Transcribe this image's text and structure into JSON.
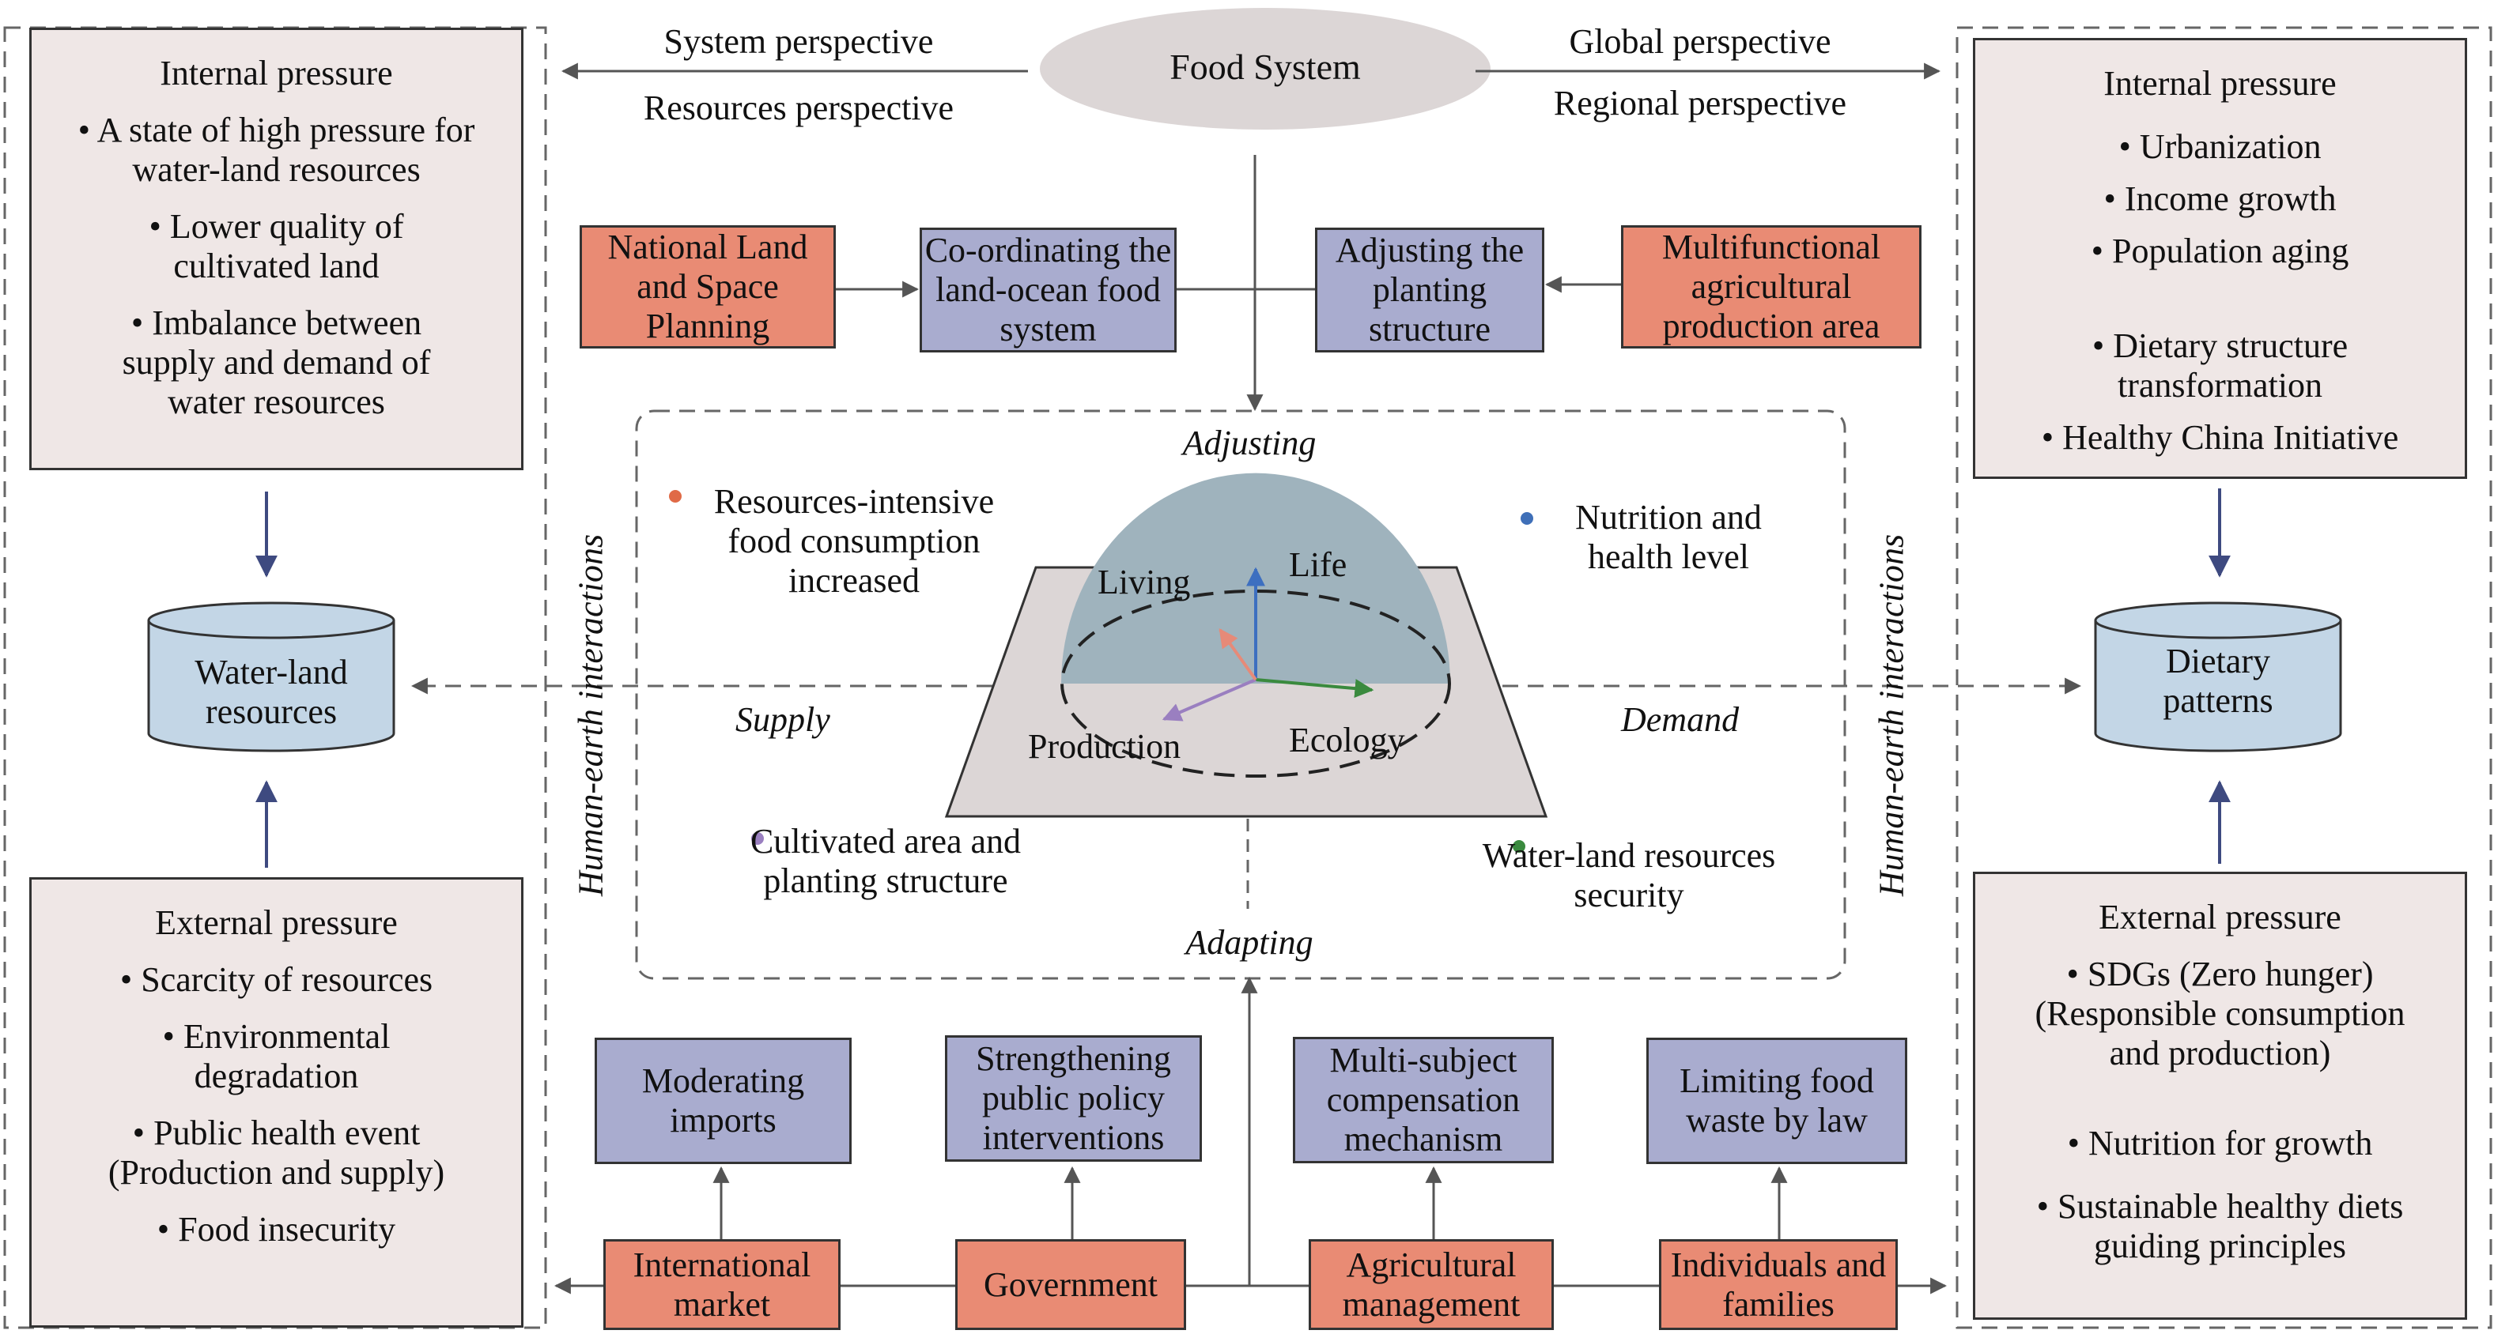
{
  "top": {
    "center_title": "Food System",
    "left_arrow_top": "System perspective",
    "left_arrow_bottom": "Resources perspective",
    "right_arrow_top": "Global perspective",
    "right_arrow_bottom": "Regional perspective"
  },
  "left_panel": {
    "internal": {
      "title": "Internal pressure",
      "items": [
        "• A state of high pressure for water-land resources",
        "• Lower quality of cultivated land",
        "• Imbalance between supply and demand of water resources"
      ]
    },
    "cylinder": "Water-land resources",
    "external": {
      "title": "External pressure",
      "items": [
        "• Scarcity of resources",
        "• Environmental degradation",
        "• Public health event (Production and supply)",
        "• Food insecurity"
      ]
    }
  },
  "right_panel": {
    "internal": {
      "title": "Internal pressure",
      "items": [
        "• Urbanization",
        "• Income growth",
        "• Population aging",
        "• Dietary structure transformation",
        "• Healthy China Initiative"
      ]
    },
    "cylinder": "Dietary patterns",
    "external": {
      "title": "External pressure",
      "items": [
        "• SDGs (Zero hunger) (Responsible consumption and production)",
        "• Nutrition for growth",
        "• Sustainable healthy diets guiding principles"
      ]
    }
  },
  "top_row": {
    "national_land": "National Land and Space Planning",
    "coordinating": "Co-ordinating the land-ocean food system",
    "adjusting_planting": "Adjusting the planting structure",
    "multifunctional": "Multifunctional agricultural production area"
  },
  "center": {
    "adjusting": "Adjusting",
    "adapting": "Adapting",
    "supply": "Supply",
    "demand": "Demand",
    "side_left": "Human-earth interactions",
    "side_right": "Human-earth interactions",
    "living": "Living",
    "life": "Life",
    "production": "Production",
    "ecology": "Ecology",
    "note_tl": "Resources-intensive food consumption increased",
    "note_tr": "Nutrition and health level",
    "note_bl": "Cultivated area and planting structure",
    "note_br": "Water-land resources security"
  },
  "bottom_row": {
    "moderating": "Moderating imports",
    "strengthening": "Strengthening public policy interventions",
    "multisubject": "Multi-subject compensation mechanism",
    "limiting": "Limiting food waste by law",
    "international": "International market",
    "government": "Government",
    "agricultural": "Agricultural management",
    "individuals": "Individuals and families"
  },
  "colors": {
    "salmon": "#e98b74",
    "lavender": "#a9accf",
    "light_grey": "#efe7e6",
    "ellipse_grey": "#dcd6d6",
    "cylinder_blue": "#c3d6e6",
    "dome": "#9fb3bd",
    "arrow_navy": "#3e4a80",
    "dot_orange": "#e06a46",
    "dot_blue": "#3f6fb8",
    "dot_purple": "#9a7fc0",
    "dot_green": "#3a8a3e"
  }
}
